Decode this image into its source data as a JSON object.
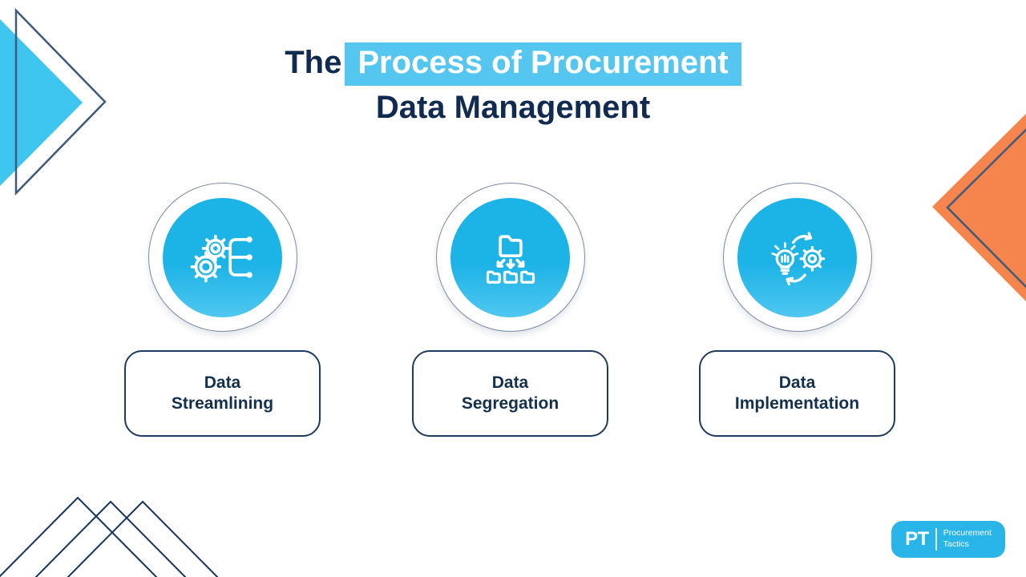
{
  "title": {
    "prefix": "The",
    "highlight": "Process of Procurement",
    "line2": "Data Management"
  },
  "steps": [
    {
      "line1": "Data",
      "line2": "Streamlining",
      "icon": "gears-flow-icon"
    },
    {
      "line1": "Data",
      "line2": "Segregation",
      "icon": "folders-distribution-icon"
    },
    {
      "line1": "Data",
      "line2": "Implementation",
      "icon": "idea-gear-cycle-icon"
    }
  ],
  "logo": {
    "abbr": "PT",
    "name_line1": "Procurement",
    "name_line2": "Tactics"
  },
  "colors": {
    "accent_cyan": "#29b8e8",
    "highlight_blue": "#55c6f0",
    "navy_text": "#112a4f",
    "orange": "#f5854c",
    "box_fill": "#d9e9f8",
    "outline_slate": "#3e5a7c",
    "outline_navy": "#16325e"
  }
}
